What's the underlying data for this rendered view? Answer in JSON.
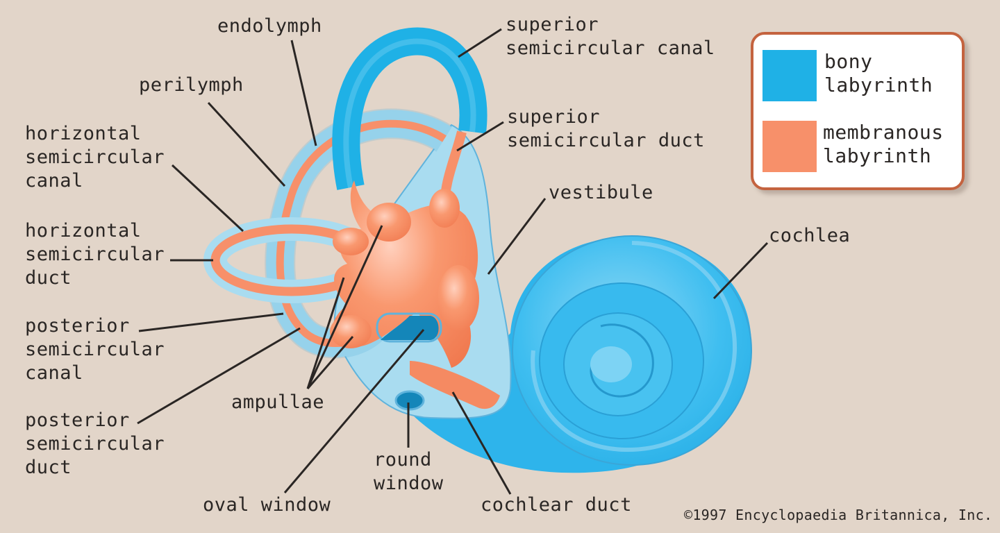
{
  "figure": {
    "subject": "Inner ear (bony and membranous labyrinth)",
    "colors": {
      "background": "#e2d5c9",
      "bony_labyrinth": "#1fb1e6",
      "bony_light": "#a9dcf0",
      "membranous_labyrinth": "#f7906a",
      "window_dark": "#1486b9",
      "legend_border": "#c4633f",
      "leader_line": "#2a2624"
    }
  },
  "legend": {
    "items": [
      {
        "label": "bony\nlabyrinth",
        "color": "#1fb1e6"
      },
      {
        "label": "membranous\nlabyrinth",
        "color": "#f7906a"
      }
    ]
  },
  "labels": {
    "endolymph": "endolymph",
    "perilymph": "perilymph",
    "horizontal_canal": "horizontal\nsemicircular\ncanal",
    "horizontal_duct": "horizontal\nsemicircular\nduct",
    "posterior_canal": "posterior\nsemicircular\ncanal",
    "posterior_duct": "posterior\nsemicircular\nduct",
    "ampullae": "ampullae",
    "oval_window": "oval window",
    "round_window": "round\nwindow",
    "cochlear_duct": "cochlear duct",
    "cochlea": "cochlea",
    "vestibule": "vestibule",
    "superior_duct": "superior\nsemicircular duct",
    "superior_canal": "superior\nsemicircular canal"
  },
  "copyright": "©1997 Encyclopaedia Britannica, Inc."
}
